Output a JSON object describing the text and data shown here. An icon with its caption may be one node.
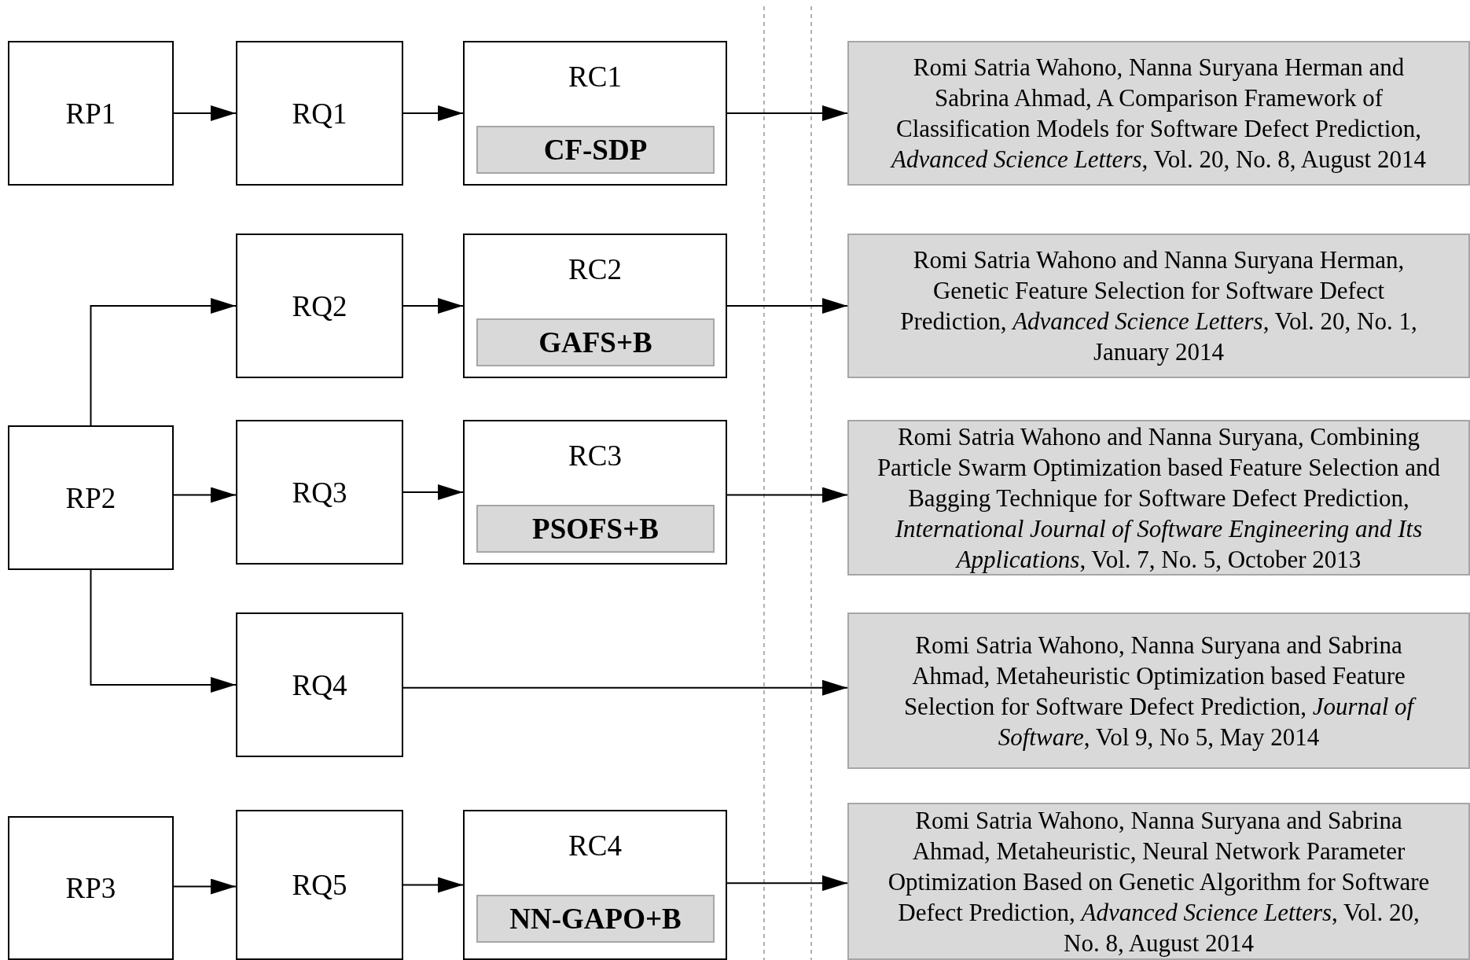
{
  "diagram": {
    "nodes": [
      {
        "text": [
          "RP1"
        ]
      },
      {
        "text": [
          "RQ1"
        ]
      },
      {
        "text": [
          "RC1"
        ]
      },
      {
        "text": [
          "CF-SDP"
        ],
        "in": 2
      },
      {
        "text": [
          "Romi Satria Wahono, Nanna Suryana Herman and Sabrina Ahmad, A Comparison Framework of Classification Models for Software Defect Prediction, *Advanced Science Letters*, Vol. 20, No. 8, August 2014"
        ]
      },
      {
        "text": [
          "RQ2"
        ]
      },
      {
        "text": [
          "RC2"
        ]
      },
      {
        "text": [
          "GAFS+B"
        ],
        "in": 6
      },
      {
        "text": [
          "Romi Satria Wahono and Nanna Suryana Herman, Genetic Feature Selection for Software Defect Prediction, *Advanced Science Letters*, Vol. 20, No. 1, January 2014"
        ]
      },
      {
        "text": [
          "RP2"
        ]
      },
      {
        "text": [
          "RQ3"
        ]
      },
      {
        "text": [
          "RC3"
        ]
      },
      {
        "text": [
          "PSOFS+B"
        ],
        "in": 11
      },
      {
        "text": [
          "Romi Satria Wahono and Nanna Suryana, Combining Particle Swarm Optimization based Feature Selection and Bagging Technique for Software Defect Prediction, *International Journal of Software Engineering and Its Applications*, Vol. 7, No. 5, October 2013"
        ]
      },
      {
        "text": [
          "RQ4"
        ]
      },
      {
        "text": [
          "Romi Satria Wahono, Nanna Suryana and Sabrina Ahmad, Metaheuristic Optimization based Feature Selection for Software Defect Prediction, *Journal of Software*, Vol 9, No 5, May 2014"
        ]
      },
      {
        "text": [
          "RP3"
        ]
      },
      {
        "text": [
          "RQ5"
        ]
      },
      {
        "text": [
          "RC4"
        ]
      },
      {
        "text": [
          "NN-GAPO+B"
        ],
        "in": 18
      },
      {
        "text": [
          "Romi Satria Wahono, Nanna Suryana and Sabrina Ahmad, Metaheuristic, Neural Network Parameter Optimization Based on Genetic Algorithm for Software Defect Prediction, *Advanced Science Letters*, Vol. 20, No. 8, August 2014"
        ]
      }
    ],
    "edges": [
      {
        "from": 0,
        "to": 1,
        "arrow": "to"
      },
      {
        "from": 1,
        "to": 2,
        "arrow": "to"
      },
      {
        "from": 2,
        "to": 4,
        "arrow": "to"
      },
      {
        "from": 9,
        "to": 5,
        "arrow": "to"
      },
      {
        "from": 5,
        "to": 6,
        "arrow": "to"
      },
      {
        "from": 6,
        "to": 8,
        "arrow": "to"
      },
      {
        "from": 9,
        "to": 10,
        "arrow": "to"
      },
      {
        "from": 10,
        "to": 11,
        "arrow": "to"
      },
      {
        "from": 11,
        "to": 13,
        "arrow": "to"
      },
      {
        "from": 9,
        "to": 14,
        "arrow": "to"
      },
      {
        "from": 14,
        "to": 15,
        "arrow": "to"
      },
      {
        "from": 16,
        "to": 17,
        "arrow": "to"
      },
      {
        "from": 17,
        "to": 18,
        "arrow": "to"
      },
      {
        "from": 18,
        "to": 20,
        "arrow": "to"
      }
    ]
  }
}
